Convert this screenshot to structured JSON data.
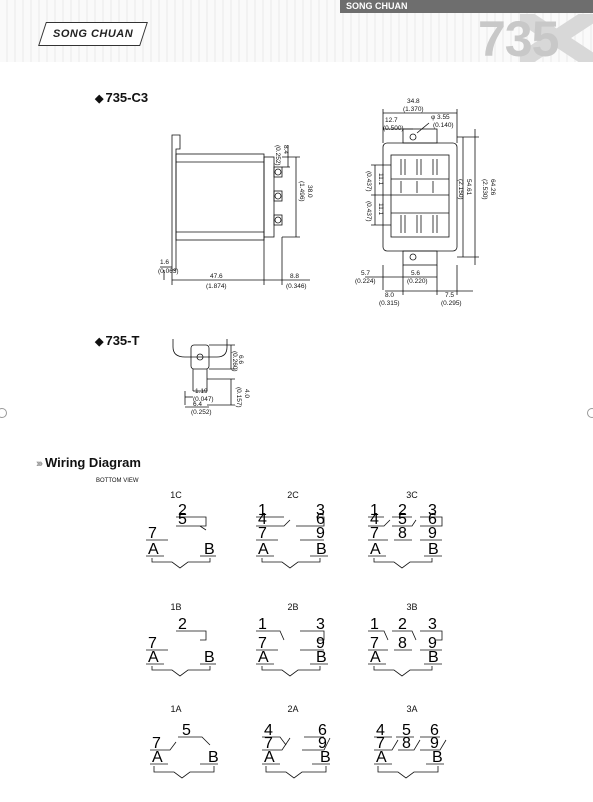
{
  "header": {
    "logo_text": "SONG CHUAN",
    "brand": "SONG CHUAN",
    "model": "735"
  },
  "section_c3": {
    "title": "735-C3",
    "side_dims": {
      "d1": "8.4",
      "d1i": "(0.252)",
      "d2": "38.0",
      "d2i": "(1.496)",
      "d3": "1.6",
      "d3i": "(0.063)",
      "d4": "47.6",
      "d4i": "(1.874)",
      "d5": "8.8",
      "d5i": "(0.346)"
    },
    "top_dims": {
      "w": "34.8",
      "wi": "(1.370)",
      "a": "12.7",
      "ai": "(0.500)",
      "h": "φ 3.55",
      "hi": "(0.140)",
      "p1": "11.1",
      "p1i": "(0.437)",
      "p2": "11.1",
      "p2i": "(0.437)",
      "l1": "54.61",
      "l1i": "(2.150)",
      "l2": "64.26",
      "l2i": "(2.530)",
      "b1": "5.7",
      "b1i": "(0.224)",
      "b2": "5.6",
      "b2i": "(0.220)",
      "b3": "8.0",
      "b3i": "(0.315)",
      "b4": "7.5",
      "b4i": "(0.295)"
    }
  },
  "section_t": {
    "title": "735-T",
    "dims": {
      "a": "6.6",
      "ai": "(0.260)",
      "b": "4.0",
      "bi": "(0.157)",
      "c": "1.19",
      "ci": "(0.047)",
      "d": "6.4",
      "di": "(0.252)"
    }
  },
  "wiring": {
    "title": "Wiring Diagram",
    "subtitle": "BOTTOM VIEW",
    "diagrams": {
      "c1": "1C",
      "c2": "2C",
      "c3": "3C",
      "b1": "1B",
      "b2": "2B",
      "b3": "3B",
      "a1": "1A",
      "a2": "2A",
      "a3": "3A"
    },
    "pins": {
      "n1": "1",
      "n2": "2",
      "n3": "3",
      "n4": "4",
      "n5": "5",
      "n6": "6",
      "n7": "7",
      "n8": "8",
      "n9": "9",
      "A": "A",
      "B": "B"
    }
  }
}
